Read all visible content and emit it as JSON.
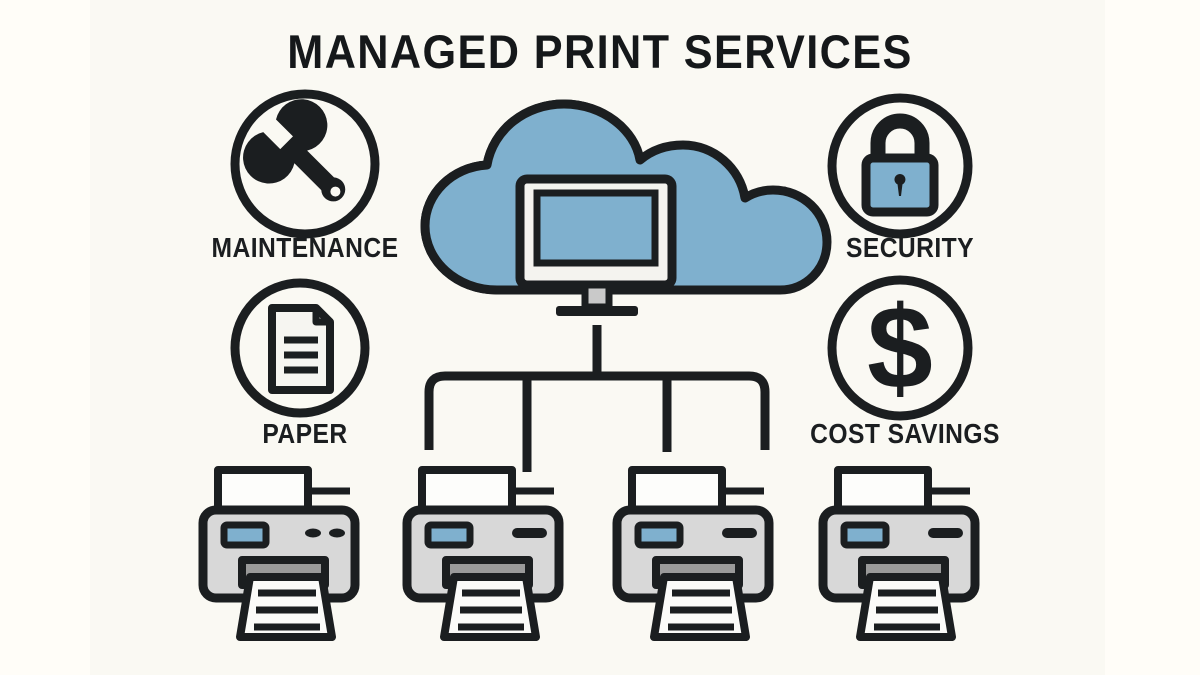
{
  "diagram": {
    "title": "MANAGED PRINT SERVICES",
    "background_color": "#faf9f3",
    "side_band_color": "#fffdf8",
    "ink_color": "#1b1e20",
    "accent_blue": "#7fb0ce",
    "device_gray": "#d8d8d8",
    "slot_gray": "#9a9a9a",
    "paper_white": "#fbfbf9"
  },
  "center_node": {
    "name": "cloud-with-computer",
    "cloud_color": "#7fb0ce",
    "monitor_bezel_color": "#f4f3ef",
    "monitor_screen_color": "#7fb0ce",
    "stand_color": "#c9c9c9"
  },
  "features": [
    {
      "id": "maintenance",
      "label": "MAINTENANCE",
      "icon": "wrench-icon",
      "side": "left",
      "row": "top"
    },
    {
      "id": "paper",
      "label": "PAPER",
      "icon": "document-icon",
      "side": "left",
      "row": "bottom"
    },
    {
      "id": "security",
      "label": "SECURITY",
      "icon": "lock-icon",
      "side": "right",
      "row": "top"
    },
    {
      "id": "cost-savings",
      "label": "COST SAVINGS",
      "icon": "dollar-sign-icon",
      "side": "right",
      "row": "bottom"
    }
  ],
  "printers": [
    {
      "id": "printer-1",
      "label": "printer",
      "display_color": "#7fb0ce"
    },
    {
      "id": "printer-2",
      "label": "printer",
      "display_color": "#7fb0ce"
    },
    {
      "id": "printer-3",
      "label": "printer",
      "display_color": "#7fb0ce"
    },
    {
      "id": "printer-4",
      "label": "printer",
      "display_color": "#7fb0ce"
    }
  ],
  "connector": {
    "name": "network-tree",
    "stem_from": "computer-stand",
    "branch_count": 4,
    "style": "rounded-corner-bus"
  }
}
